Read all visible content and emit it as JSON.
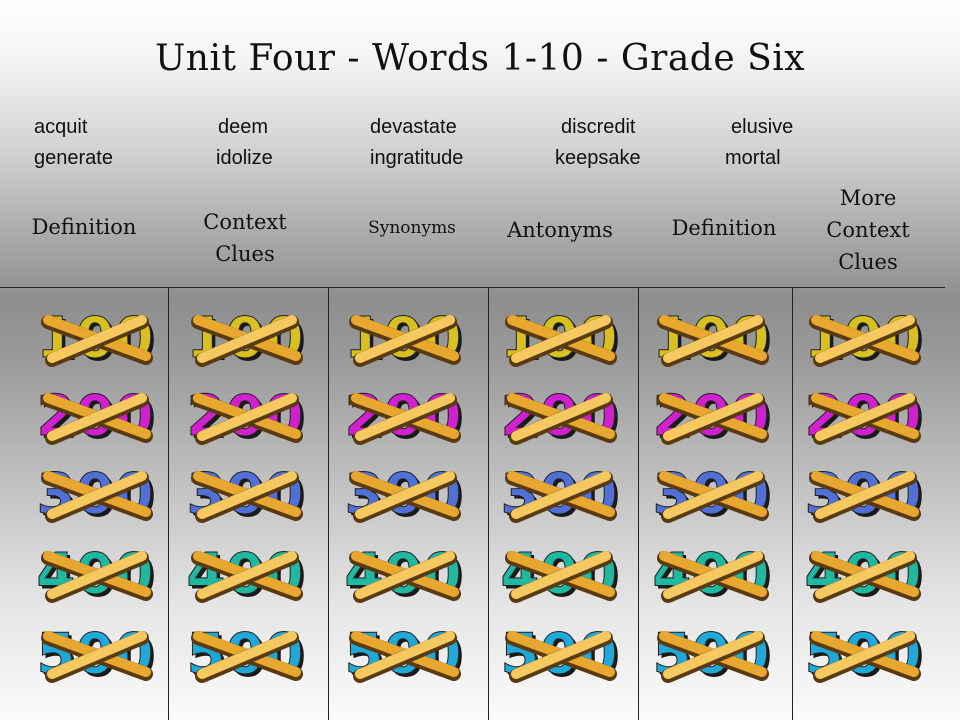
{
  "title": "Unit Four - Words 1-10 -  Grade Six",
  "vocab_columns": [
    {
      "words": [
        "acquit",
        "generate"
      ]
    },
    {
      "words": [
        "deem",
        "idolize"
      ]
    },
    {
      "words": [
        "devastate",
        "ingratitude"
      ]
    },
    {
      "words": [
        "discredit",
        "keepsake"
      ]
    },
    {
      "words": [
        "elusive",
        "mortal"
      ]
    }
  ],
  "categories": [
    {
      "lines": [
        "Definition"
      ]
    },
    {
      "lines": [
        "Context",
        "Clues"
      ]
    },
    {
      "lines": [
        "Synonyms"
      ]
    },
    {
      "lines": [
        "Antonyms"
      ]
    },
    {
      "lines": [
        "Definition"
      ]
    },
    {
      "lines": [
        "More",
        "Context",
        "Clues"
      ]
    }
  ],
  "point_values": [
    "100",
    "200",
    "300",
    "400",
    "500"
  ],
  "row_colors": [
    "#d8c020",
    "#d020d0",
    "#5070d8",
    "#20b8a0",
    "#20a8d8"
  ],
  "answered_mark_color": "#e8a830",
  "all_tiles_answered": true
}
